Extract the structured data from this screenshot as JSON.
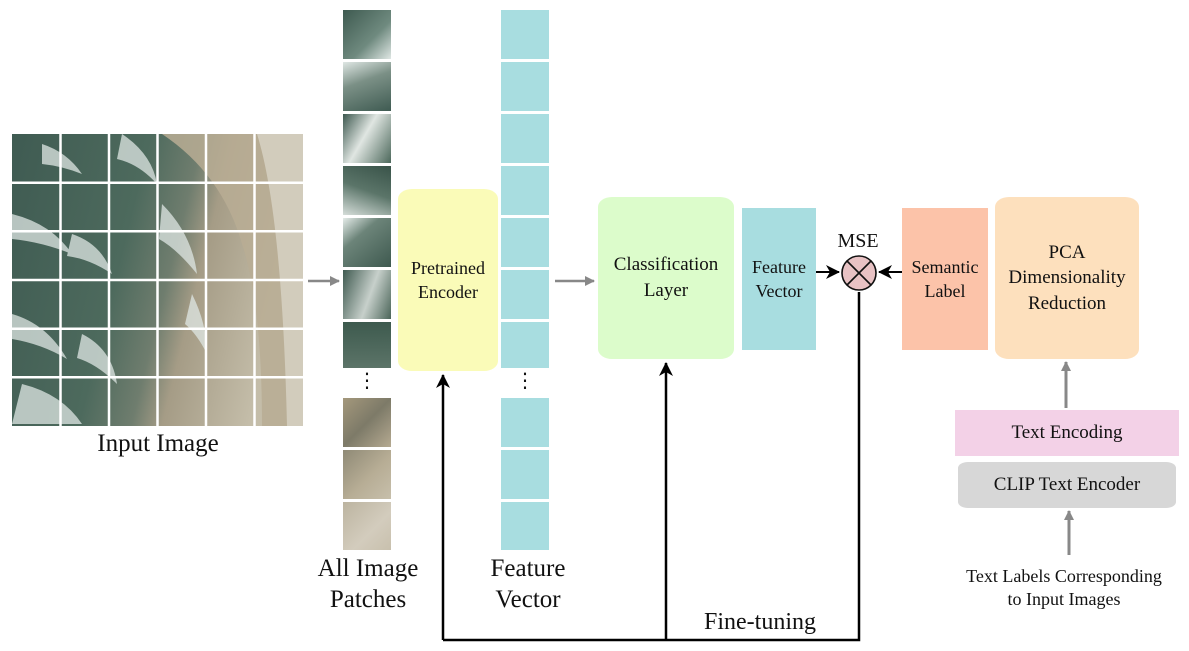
{
  "labels": {
    "input_image": "Input Image",
    "all_image_patches": "All Image\nPatches",
    "feature_vector_col": "Feature\nVector",
    "pretrained_encoder": "Pretrained\nEncoder",
    "classification_layer": "Classification\nLayer",
    "feature_vector_box": "Feature\nVector",
    "mse": "MSE",
    "semantic_label": "Semantic\nLabel",
    "pca": "PCA\nDimensionality\nReduction",
    "text_encoding": "Text Encoding",
    "clip_text_encoder": "CLIP Text Encoder",
    "text_labels": "Text Labels Corresponding\nto Input Images",
    "fine_tuning": "Fine-tuning",
    "ellipsis": "⋮"
  },
  "colors": {
    "encoder": "#fafbb8",
    "classification": "#dcfccb",
    "feature": "#a8dde0",
    "semantic": "#fcc3a9",
    "pca": "#fde0bd",
    "text_encoding": "#f3d1e7",
    "clip": "#d7d7d7",
    "mse_circle": "#e8c2c4",
    "arrow_gray": "#888888",
    "arrow_black": "#000000"
  },
  "icons": {
    "multiply": "circled-times-icon"
  }
}
